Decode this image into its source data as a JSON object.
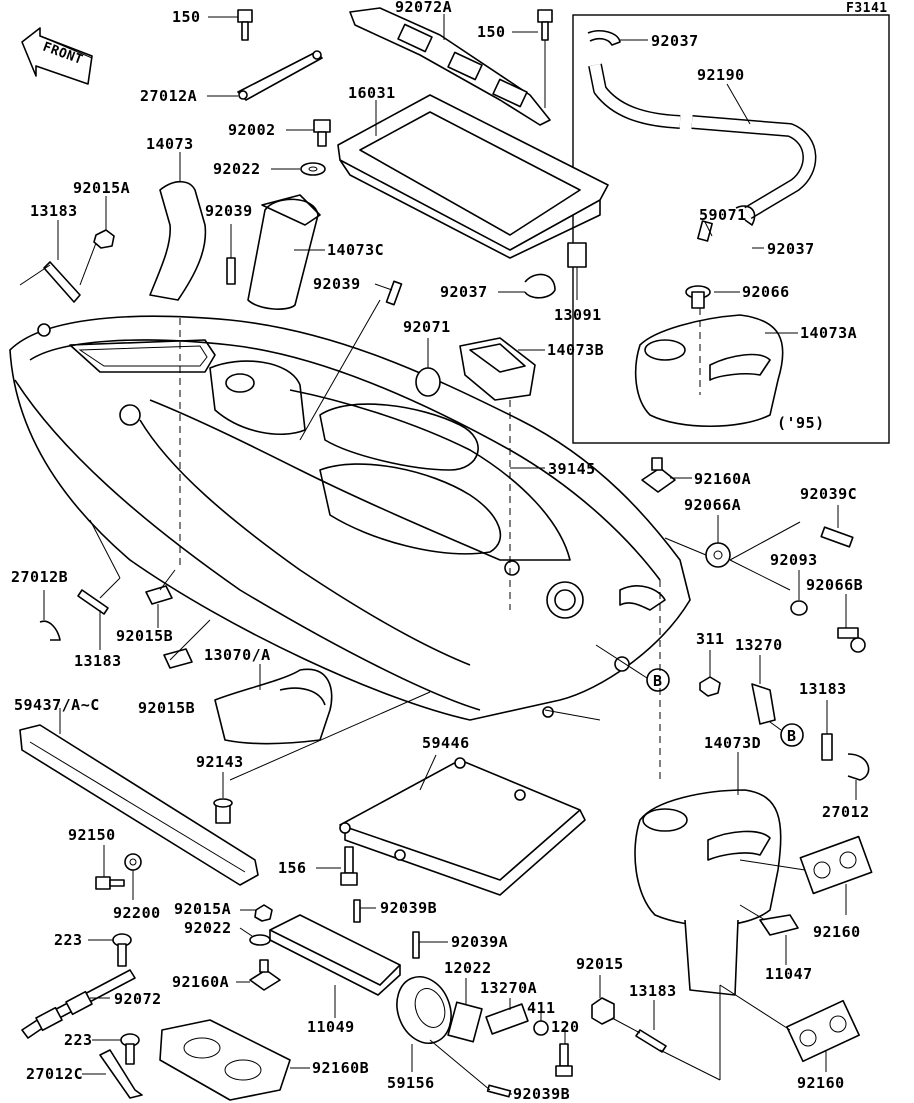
{
  "figure_code": "F3141",
  "front_label": "FRONT",
  "inset_note": "('95)",
  "ref_marker": "B",
  "labels": {
    "p150a": "150",
    "p92072a": "92072A",
    "p150b": "150",
    "p92037a": "92037",
    "p92190": "92190",
    "p27012a": "27012A",
    "p16031": "16031",
    "p92002": "92002",
    "p14073": "14073",
    "p92022a": "92022",
    "p92015a": "92015A",
    "p92039a": "92039",
    "p13183a": "13183",
    "p14073c": "14073C",
    "p59071": "59071",
    "p92037b": "92037",
    "p92039b": "92039",
    "p92037c": "92037",
    "p13091": "13091",
    "p92066": "92066",
    "p92071": "92071",
    "p14073a": "14073A",
    "p14073b": "14073B",
    "p39145": "39145",
    "p92160a_top": "92160A",
    "p92039c": "92039C",
    "p92066a": "92066A",
    "p92093": "92093",
    "p27012b": "27012B",
    "p92066b": "92066B",
    "p13183b": "13183",
    "p92015b1": "92015B",
    "p311": "311",
    "p13270": "13270",
    "p13070": "13070/A",
    "p92015b2": "92015B",
    "p13183c": "13183",
    "p59437": "59437/A~C",
    "p14073d": "14073D",
    "p59446": "59446",
    "p27012": "27012",
    "p92143": "92143",
    "p92150": "92150",
    "p156": "156",
    "p92200": "92200",
    "p92015a2": "92015A",
    "p92039b2": "92039B",
    "p92160": "92160",
    "p92022b": "92022",
    "p223a": "223",
    "p92039a2": "92039A",
    "p11047": "11047",
    "p92160a_bot": "92160A",
    "p92015": "92015",
    "p12022": "12022",
    "p13270a": "13270A",
    "p13183d": "13183",
    "p92072": "92072",
    "p411": "411",
    "p120": "120",
    "p11049": "11049",
    "p223b": "223",
    "p92160b": "92160B",
    "p59156": "59156",
    "p27012c": "27012C",
    "p92039b3": "92039B",
    "p92160c": "92160"
  }
}
